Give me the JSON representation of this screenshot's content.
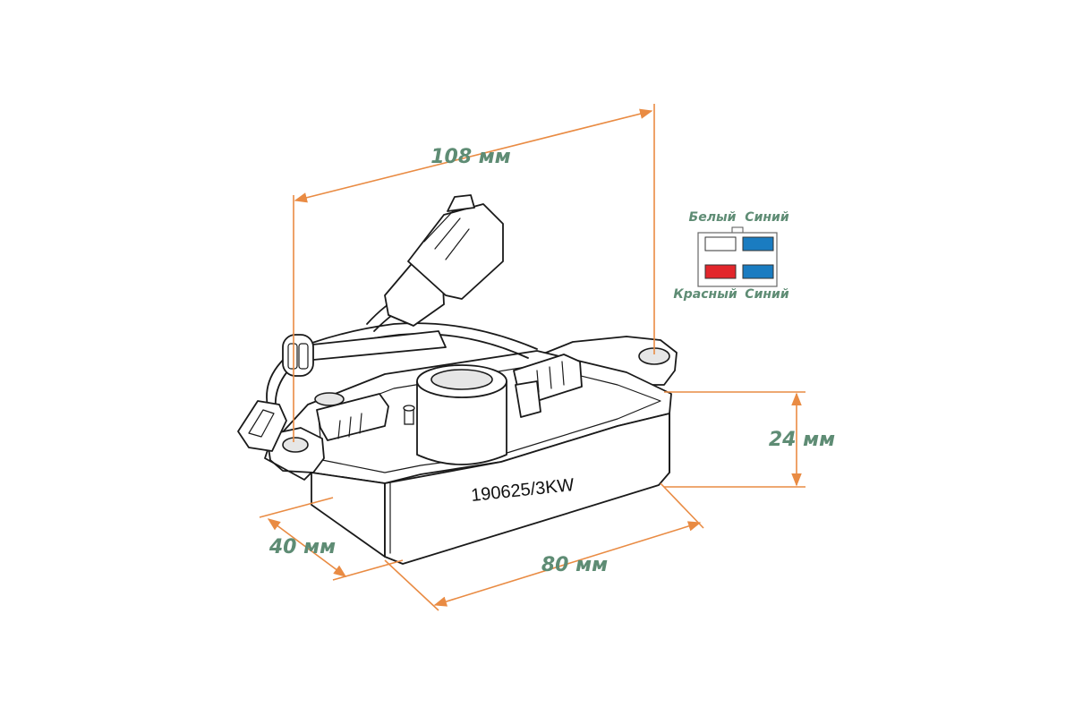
{
  "dimensions": {
    "length_top": "108 мм",
    "height": "24 мм",
    "depth": "40 мм",
    "width": "80 мм"
  },
  "part_marking": "190625/3KW",
  "connector_legend": {
    "top_left": {
      "label": "Белый",
      "color": "#ffffff"
    },
    "top_right": {
      "label": "Синий",
      "color": "#1a7cc1"
    },
    "bottom_left": {
      "label": "Красный",
      "color": "#e2262b"
    },
    "bottom_right": {
      "label": "Синий",
      "color": "#1a7cc1"
    }
  },
  "colors": {
    "dimension_line": "#e98b43",
    "dimension_text": "#5e8c74"
  }
}
